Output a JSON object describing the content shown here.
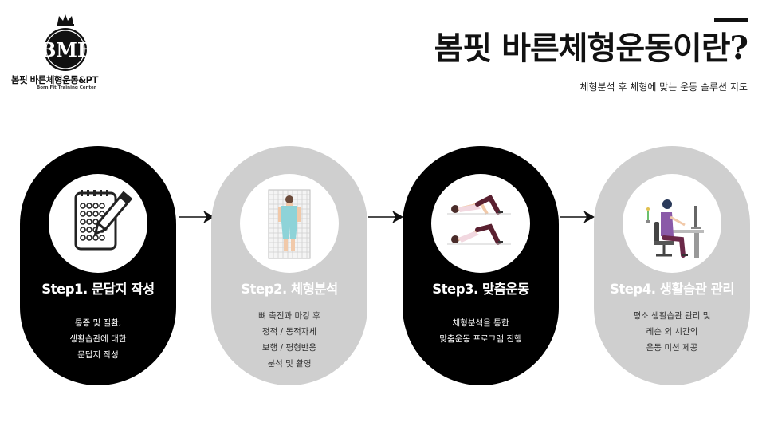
{
  "logo": {
    "name": "봄핏 바른체형운동&PT",
    "sub": "Born Fit Training Center",
    "emblem_letters": "BMF"
  },
  "header": {
    "title": "봄핏 바른체형운동이란?",
    "subtitle": "체형분석 후 체형에 맞는 운동 솔루션 지도"
  },
  "steps": [
    {
      "title": "Step1. 문답지 작성",
      "icon": "questionnaire-icon",
      "style": "dark",
      "desc": [
        "통증 및 질환,",
        "생활습관에 대한",
        "문답지 작성"
      ]
    },
    {
      "title": "Step2. 체형분석",
      "icon": "posture-grid-icon",
      "style": "light",
      "desc": [
        "뼈 촉진과 마킹 후",
        "정적 / 동적자세",
        "보행 / 평형반응",
        "분석 및 촬영"
      ]
    },
    {
      "title": "Step3. 맞춤운동",
      "icon": "bridge-exercise-icon",
      "style": "dark",
      "desc": [
        "체형분석을 통한",
        "맞춤운동 프로그램 진행"
      ]
    },
    {
      "title": "Step4. 생활습관 관리",
      "icon": "desk-posture-icon",
      "style": "light",
      "desc": [
        "평소 생활습관 관리 및",
        "레슨 외 시간의",
        "운동 미션 제공"
      ]
    }
  ],
  "colors": {
    "dark_step": "#000000",
    "light_step": "#cfcfcf",
    "accent_purple": "#8a5aa8",
    "background": "#ffffff"
  }
}
